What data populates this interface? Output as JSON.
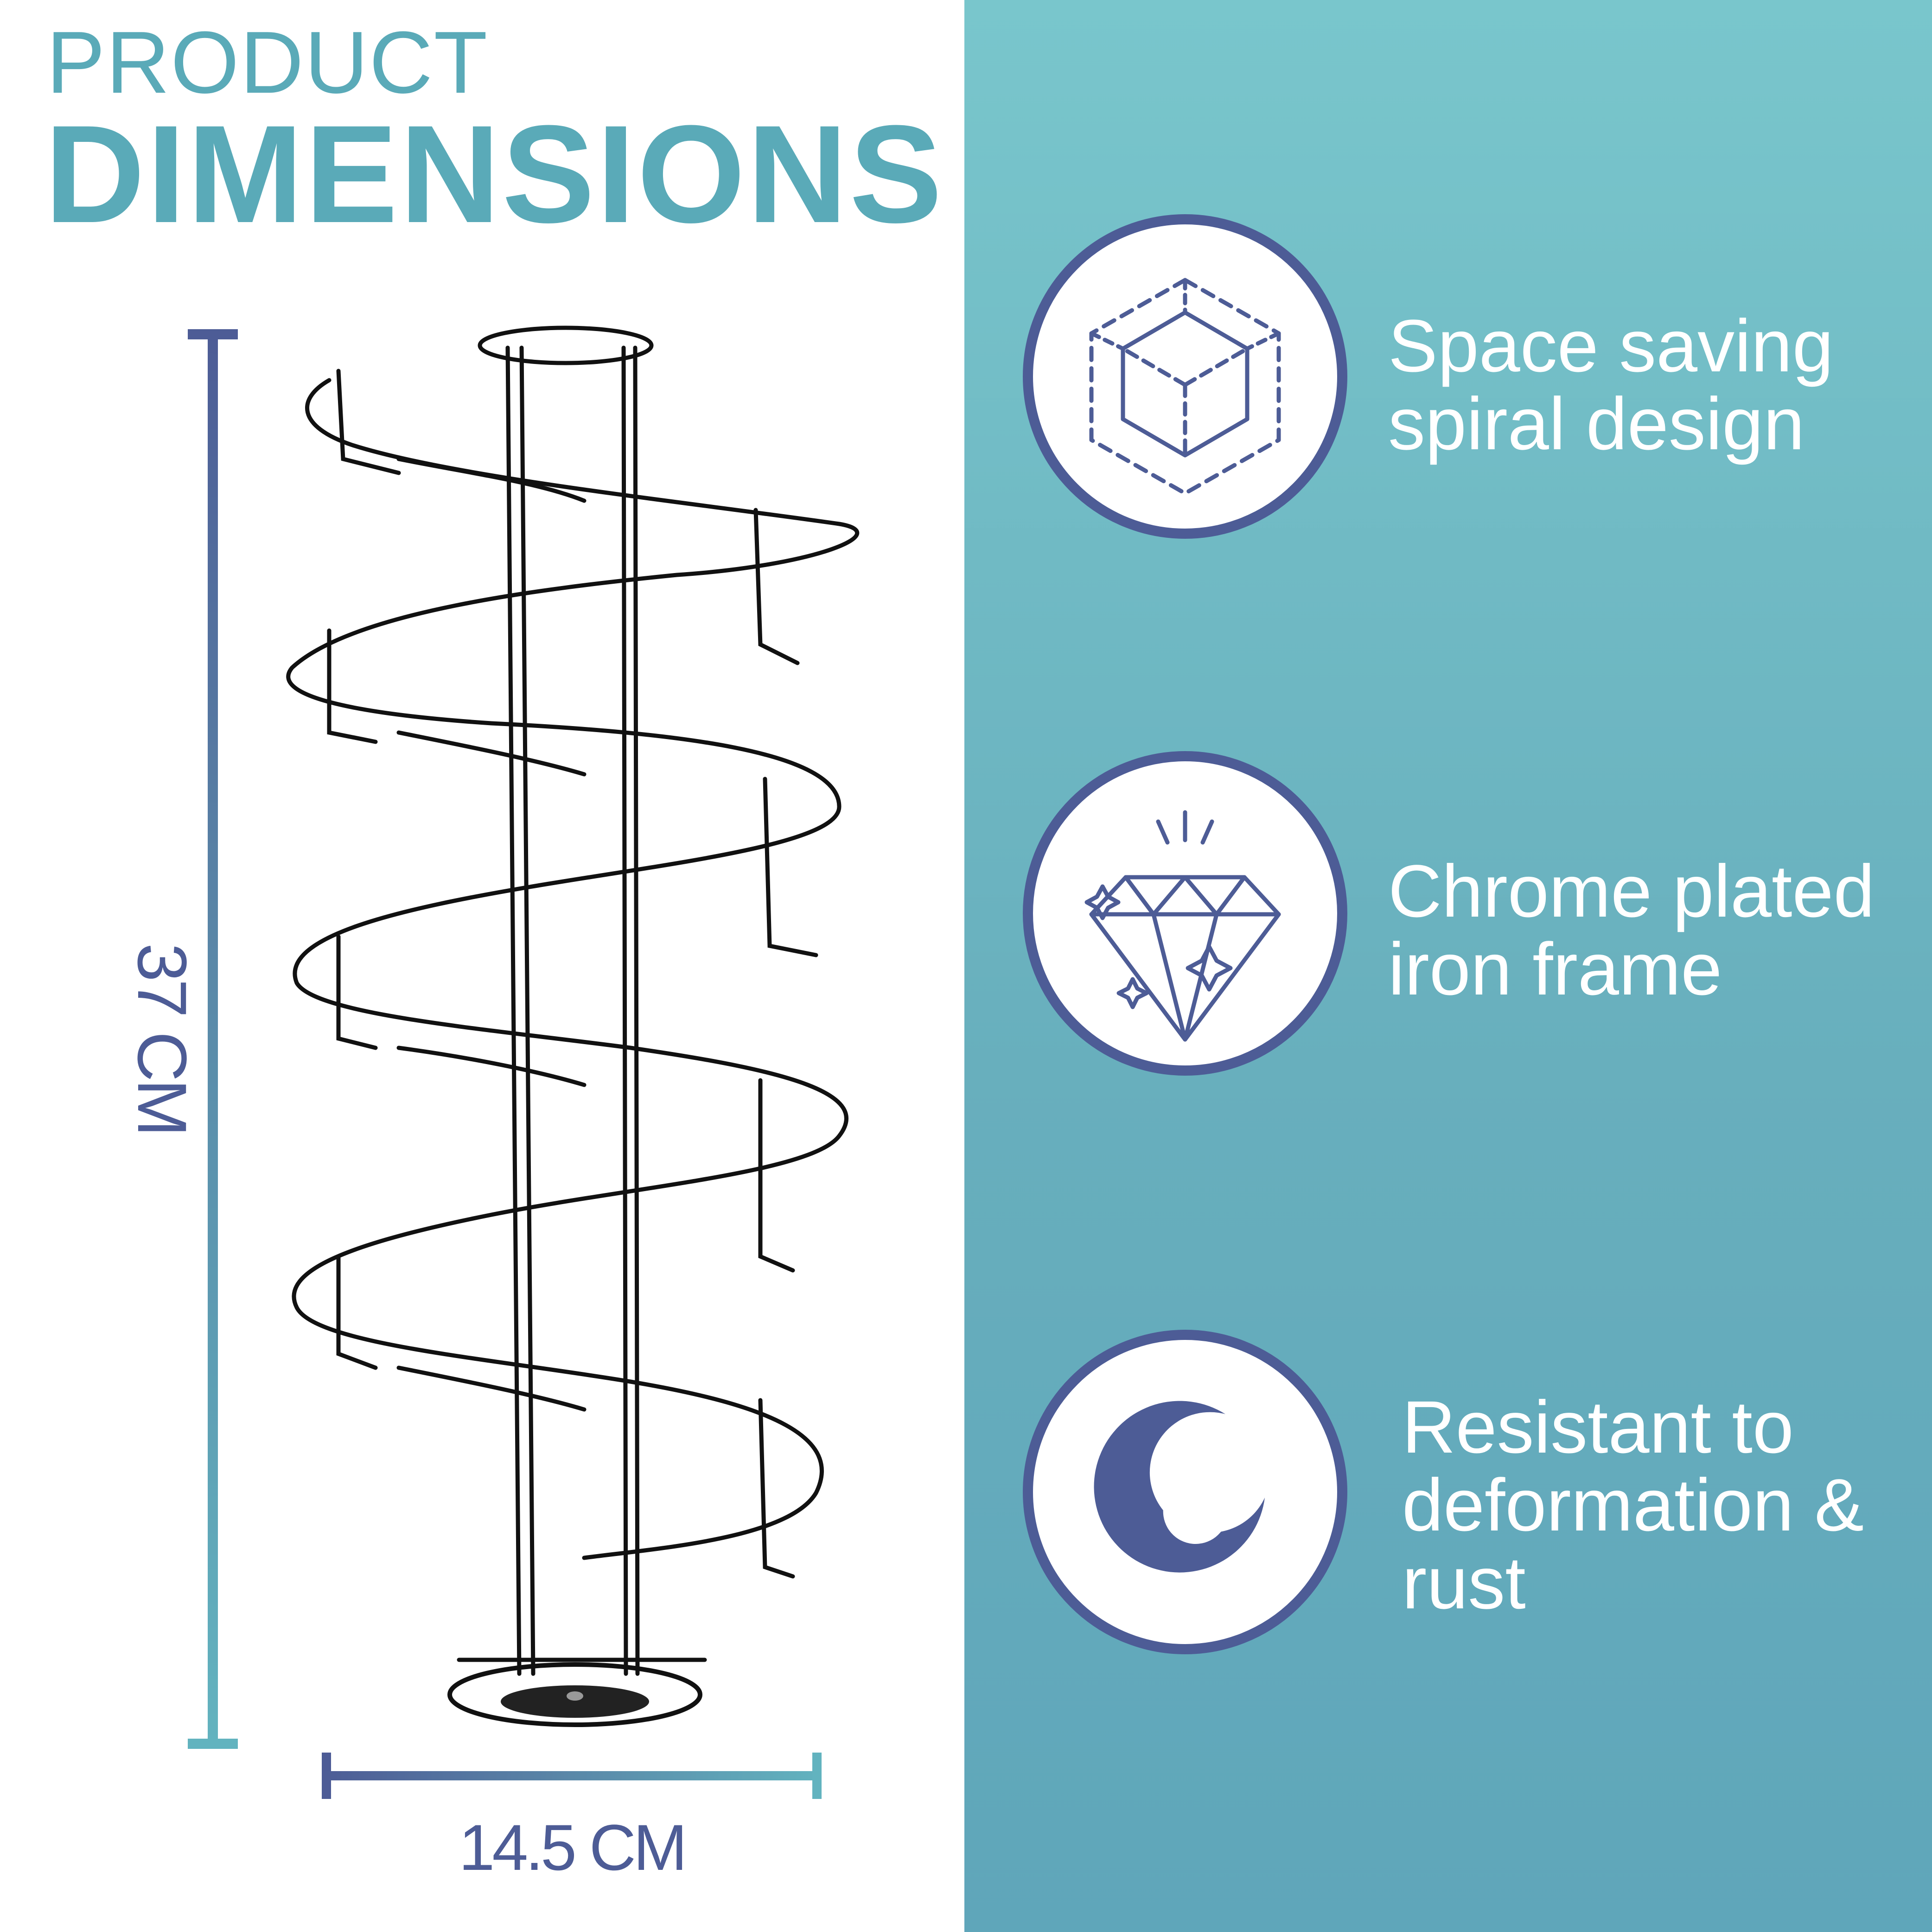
{
  "title": {
    "line1": "PRODUCT",
    "line2": "DIMENSIONS"
  },
  "dimensions": {
    "height": "37 CM",
    "width": "14.5 CM"
  },
  "features": [
    {
      "line1": "Space saving",
      "line2": "spiral design",
      "icon": "dashed-cube-icon"
    },
    {
      "line1": "Chrome plated",
      "line2": "iron frame",
      "icon": "diamond-icon"
    },
    {
      "line1": "Resistant to",
      "line2": "deformation &",
      "line3": "rust",
      "icon": "crescent-moon-icon"
    }
  ],
  "colors": {
    "teal": "#5aaab8",
    "navy": "#4d5c96",
    "panel_top": "#79c6cc",
    "panel_bottom": "#5fa6ba"
  }
}
